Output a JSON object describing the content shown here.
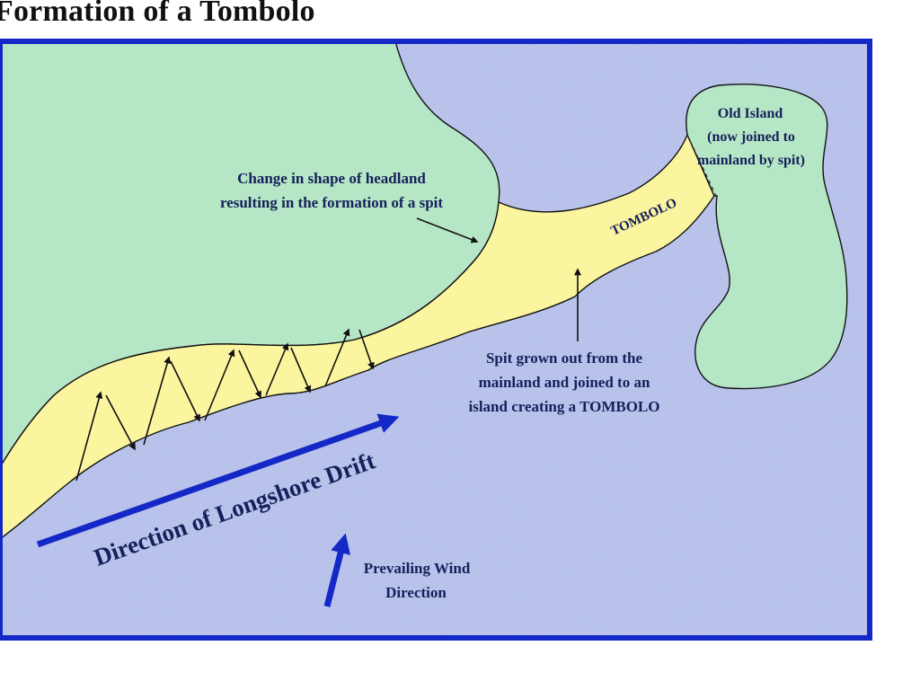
{
  "title": "Formation of a Tombolo",
  "labels": {
    "headland_line1": "Change in shape of headland",
    "headland_line2": "resulting in the formation of a spit",
    "island_line1": "Old Island",
    "island_line2": "(now joined to",
    "island_line3": "mainland by spit)",
    "tombolo": "TOMBOLO",
    "spit_line1": "Spit grown out from the",
    "spit_line2": "mainland and joined to an",
    "spit_line3": "island creating a TOMBOLO",
    "drift": "Direction of Longshore Drift",
    "wind_line1": "Prevailing Wind",
    "wind_line2": "Direction"
  },
  "colors": {
    "sea": "#b9c3ee",
    "land": "#b5e6c6",
    "spit": "#fbf5a0",
    "frame": "#1428c8",
    "arrow": "#1428c8",
    "text": "#16205a"
  }
}
